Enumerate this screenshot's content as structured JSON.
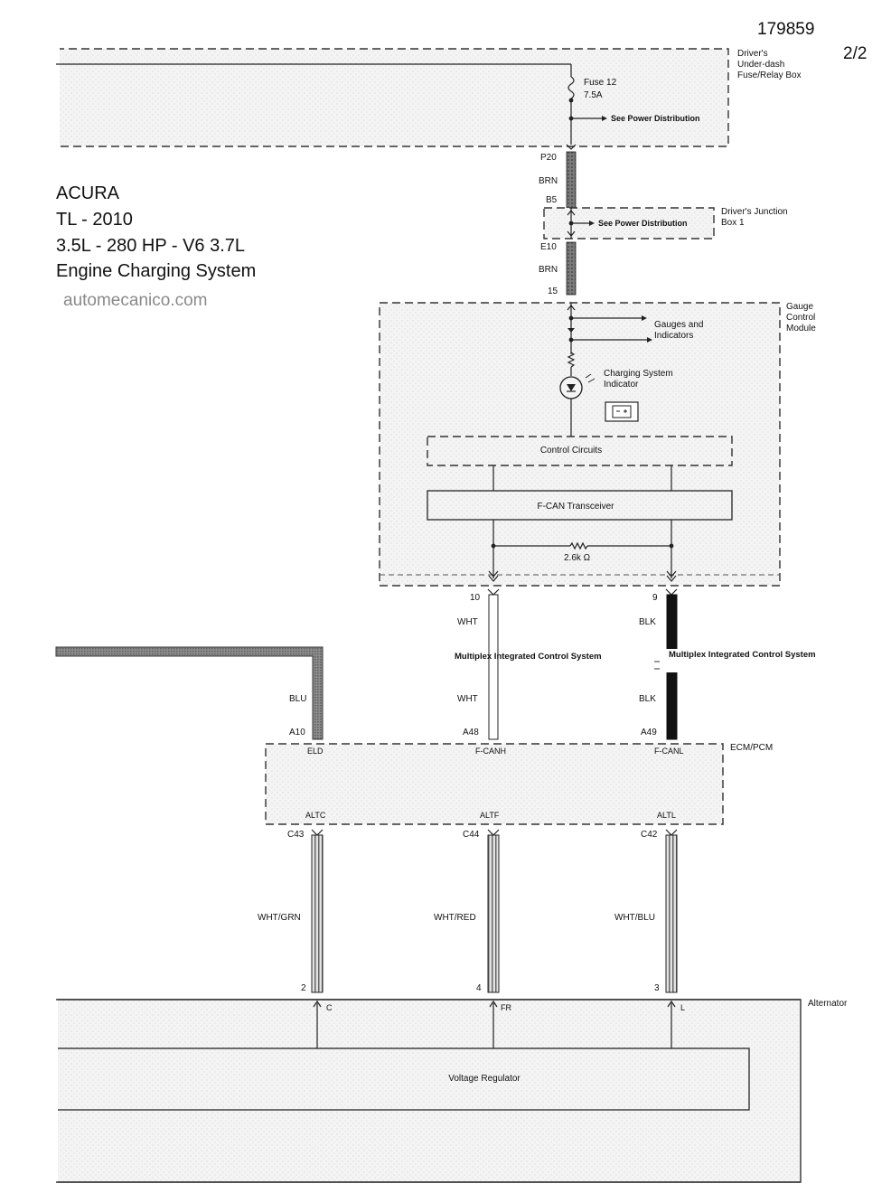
{
  "document_number": "179859",
  "page_indicator": "2/2",
  "title": {
    "make": "ACURA",
    "model_year": "TL - 2010",
    "engine": "3.5L - 280 HP - V6  3.7L",
    "system": "Engine Charging System",
    "watermark": "automecanico.com"
  },
  "fuse_box": {
    "name_line1": "Driver's",
    "name_line2": "Under-dash",
    "name_line3": "Fuse/Relay Box",
    "fuse_name": "Fuse 12",
    "fuse_rating": "7.5A",
    "power_ref": "See Power Distribution"
  },
  "junction_box": {
    "name_line1": "Driver's Junction",
    "name_line2": "Box 1",
    "power_ref": "See Power Distribution"
  },
  "brn_wire": {
    "pin_top": "P20",
    "color_top": "BRN",
    "pin_jb_in": "B5",
    "pin_jb_out": "E10",
    "color_bottom": "BRN",
    "pin_gauge": "15"
  },
  "gauge_module": {
    "name_line1": "Gauge",
    "name_line2": "Control",
    "name_line3": "Module",
    "gauges_line1": "Gauges and",
    "gauges_line2": "Indicators",
    "indicator_line1": "Charging System",
    "indicator_line2": "Indicator",
    "control_circuits": "Control Circuits",
    "transceiver": "F-CAN Transceiver",
    "resistor": "2.6k Ω"
  },
  "can_wires": {
    "left_pin": "10",
    "left_color": "WHT",
    "right_pin": "9",
    "right_color": "BLK",
    "mics_left": "Multiplex Integrated Control System",
    "mics_right": "Multiplex Integrated Control System",
    "left_color_lower": "WHT",
    "right_color_lower": "BLK"
  },
  "blu_wire": {
    "color": "BLU"
  },
  "ecm": {
    "name": "ECM/PCM",
    "pin_a10": "A10",
    "pin_a48": "A48",
    "pin_a49": "A49",
    "term_eld": "ELD",
    "term_fcanh": "F-CANH",
    "term_fcanl": "F-CANL",
    "term_altc": "ALTC",
    "term_altf": "ALTF",
    "term_altl": "ALTL",
    "pin_c43": "C43",
    "pin_c44": "C44",
    "pin_c42": "C42"
  },
  "alt_wires": {
    "c_color": "WHT/GRN",
    "f_color": "WHT/RED",
    "l_color": "WHT/BLU",
    "c_pin": "2",
    "f_pin": "4",
    "l_pin": "3"
  },
  "alternator": {
    "name": "Alternator",
    "term_c": "C",
    "term_fr": "FR",
    "term_l": "L",
    "regulator": "Voltage Regulator"
  }
}
